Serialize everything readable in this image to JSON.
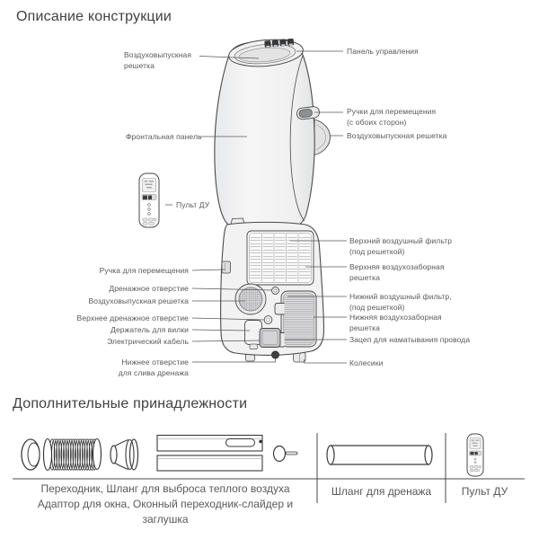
{
  "titles": {
    "construction": "Описание конструкции",
    "accessories": "Дополнительные принадлежности"
  },
  "front": {
    "air_outlet_top": "Воздуховыпускная\nрешетка",
    "control_panel": "Панель управления",
    "handles": "Ручки для перемещения\n(с обоих сторон)",
    "air_outlet_side": "Воздуховыпускная решетка",
    "front_panel": "Фронтальная панель",
    "remote": "Пульт ДУ"
  },
  "rear": {
    "handle": "Ручка для перемещения",
    "drain_hole": "Дренажное отверстие",
    "air_outlet": "Воздуховыпускная решетка",
    "upper_drain_hole": "Верхнее дренажное отверстие",
    "plug_holder": "Держатель для вилки",
    "power_cable": "Электрический кабель",
    "bottom_drain_hole": "Нижнее отверстие\nдля слива дренажа",
    "upper_filter": "Верхний воздушный фильтр\n(под решеткой)",
    "upper_intake": "Верхняя воздухозаборная\nрешетка",
    "lower_filter": "Нижний воздушный фильтр,\n(под решеткой)",
    "lower_intake": "Нижняя воздухозаборная\nрешетка",
    "cord_hook": "Зацеп для наматывания провода",
    "wheels": "Колесики"
  },
  "accessories_table": {
    "exhaust_kit_caption": "Переходник, Шланг для выброса теплого воздуха\nАдаптор для окна, Оконный переходник-слайдер и\nзаглушка",
    "drain_hose_caption": "Шланг для дренажа",
    "remote_caption": "Пульт ДУ"
  },
  "colors": {
    "label_text": "#58595b",
    "outline": "#4a4a4c",
    "leader_line": "#58595b"
  }
}
